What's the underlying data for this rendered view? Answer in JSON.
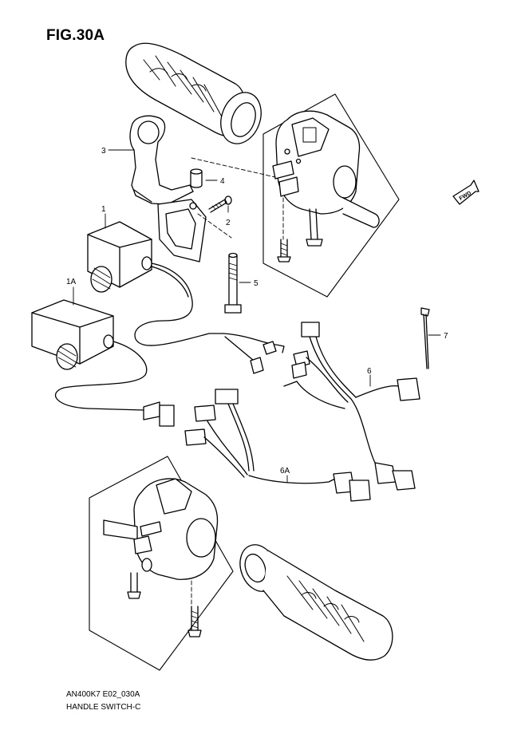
{
  "figure": {
    "title": "FIG.30A",
    "model_code": "AN400K7 E02_030A",
    "caption": "HANDLE SWITCH-C",
    "fwd_label": "FWD"
  },
  "callouts": [
    "3",
    "4",
    "2",
    "1",
    "5",
    "1A",
    "7",
    "6",
    "6A"
  ],
  "colors": {
    "line": "#000000",
    "background": "#ffffff"
  }
}
